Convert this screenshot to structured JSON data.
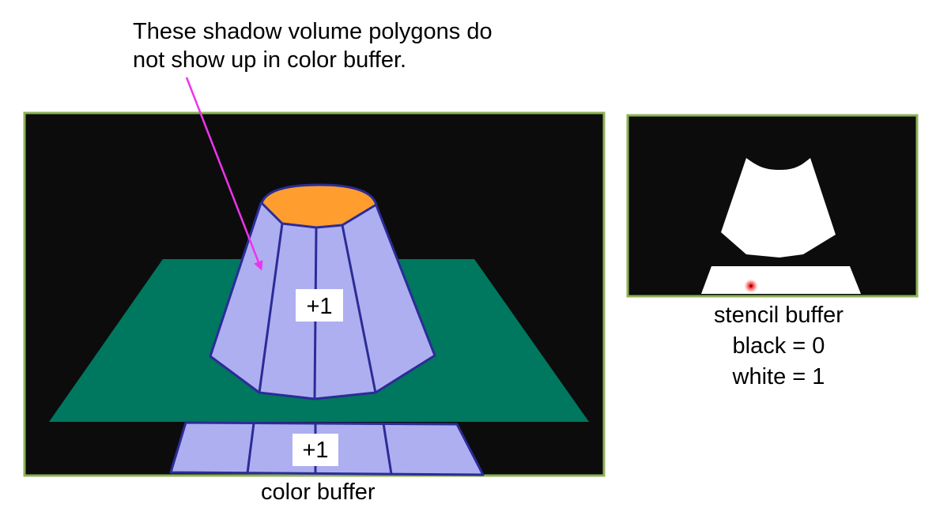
{
  "annotation": {
    "line1": "These shadow volume polygons do",
    "line2": "not show up in color buffer."
  },
  "color_panel": {
    "caption": "color buffer",
    "top_label": "+1",
    "bottom_label": "+1"
  },
  "stencil_panel": {
    "caption_line1": "stencil buffer",
    "caption_line2": "black = 0",
    "caption_line3": "white = 1"
  },
  "colors": {
    "panel_border": "#8db255",
    "panel_bg": "#0c0c0c",
    "ground": "#00775f",
    "shadow_volume": "#aeaff0",
    "shadow_edge": "#2b2c98",
    "cap": "#ff9e2f",
    "arrow": "#ee33ee",
    "stencil_white": "#ffffff"
  }
}
